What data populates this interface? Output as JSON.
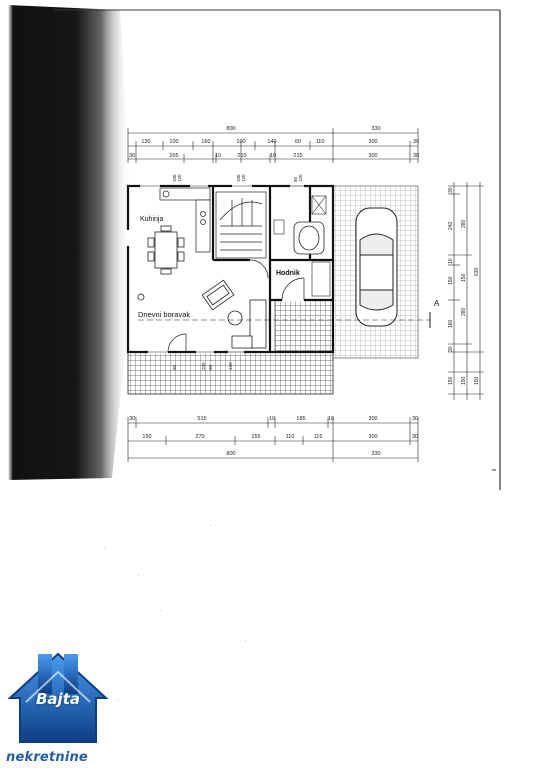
{
  "drawing": {
    "room_labels": {
      "kitchen": "Kuhinja",
      "hall": "Hodnik",
      "living": "Dnevni boravak"
    },
    "section_marker": "A",
    "top_dims": {
      "row1": [
        "800",
        "330"
      ],
      "row2": [
        "130",
        "100",
        "160",
        "100",
        "140",
        "60",
        "110",
        "300",
        "30"
      ],
      "row3": [
        "30",
        "265",
        "10",
        "210",
        "10",
        "215",
        "300",
        "30"
      ]
    },
    "bottom_dims": {
      "row1": [
        "30",
        "515",
        "10",
        "185",
        "10",
        "300",
        "30"
      ],
      "row2": [
        "150",
        "270",
        "155",
        "110",
        "115",
        "300",
        "30"
      ],
      "row3": [
        "800",
        "330"
      ]
    },
    "right_dims": {
      "inner": [
        "30",
        "240",
        "10",
        "150",
        "160",
        "30"
      ],
      "middle": [
        "280",
        "150",
        "280"
      ],
      "outer": [
        "630"
      ]
    },
    "bottom_right_dims": [
      "150",
      "150",
      "150"
    ],
    "window_tags": [
      "100",
      "120",
      "100",
      "120",
      "60",
      "120",
      "90",
      "200",
      "90",
      "120"
    ]
  },
  "branding": {
    "logo_word": "Bajta",
    "tagline": "nekretnine"
  },
  "colors": {
    "line": "#222222",
    "hatch": "#555555",
    "logo_blue": "#1f6fd0",
    "logo_dark": "#0c3e86"
  },
  "icons": [
    "house-logo-icon",
    "car-icon",
    "bathtub-icon",
    "staircase-icon",
    "dining-table-icon",
    "armchair-icon"
  ]
}
